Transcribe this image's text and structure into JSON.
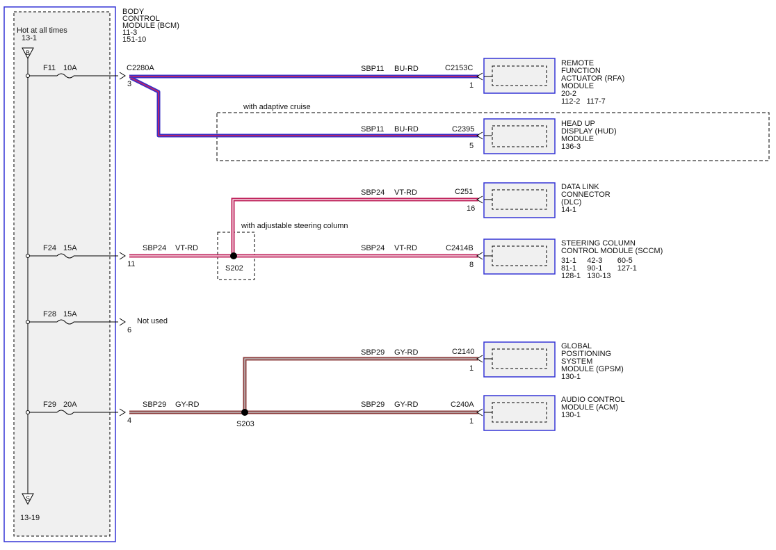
{
  "colors": {
    "module_border": "#3535d6",
    "module_fill": "#f0f0f0",
    "bu_rd_outer": "#3a2fc4",
    "bu_rd_inner": "#d4245a",
    "vt_rd_outer": "#c0265e",
    "vt_rd_inner": "#ffffff",
    "gy_rd_outer": "#8c3c3c",
    "gy_rd_inner": "#c0c0c0"
  },
  "bcm": {
    "name_lines": [
      "BODY",
      "CONTROL",
      "MODULE (BCM)",
      "11-3",
      "151-10"
    ]
  },
  "power": {
    "hot_label": "Hot at all times",
    "hot_ref": "13-1",
    "top_terminal": "B",
    "bottom_terminal": "S",
    "bottom_ref": "13-19"
  },
  "fuses": [
    {
      "id": "F11",
      "rating": "10A"
    },
    {
      "id": "F24",
      "rating": "15A"
    },
    {
      "id": "F28",
      "rating": "15A"
    },
    {
      "id": "F29",
      "rating": "20A"
    }
  ],
  "bcm_pins": {
    "c2280a": "C2280A",
    "p3": "3",
    "p11": "11",
    "p6": "6",
    "p4": "4",
    "not_used": "Not used"
  },
  "wires": {
    "w_rfa": {
      "circuit": "SBP11",
      "color": "BU-RD"
    },
    "w_hud": {
      "circuit": "SBP11",
      "color": "BU-RD"
    },
    "w_bcm_s202": {
      "circuit": "SBP24",
      "color": "VT-RD"
    },
    "w_dlc": {
      "circuit": "SBP24",
      "color": "VT-RD"
    },
    "w_sccm": {
      "circuit": "SBP24",
      "color": "VT-RD"
    },
    "w_bcm_s203": {
      "circuit": "SBP29",
      "color": "GY-RD"
    },
    "w_gpsm": {
      "circuit": "SBP29",
      "color": "GY-RD"
    },
    "w_acm": {
      "circuit": "SBP29",
      "color": "GY-RD"
    }
  },
  "splices": {
    "s202": "S202",
    "s203": "S203"
  },
  "options": {
    "adaptive_cruise": "with adaptive cruise",
    "adjustable_column": "with adjustable steering column"
  },
  "modules": [
    {
      "key": "rfa",
      "connector": "C2153C",
      "pin": "1",
      "lines": [
        "REMOTE",
        "FUNCTION",
        "ACTUATOR (RFA)",
        "MODULE",
        "20-2",
        "112-2   117-7"
      ]
    },
    {
      "key": "hud",
      "connector": "C2395",
      "pin": "5",
      "lines": [
        "HEAD UP",
        "DISPLAY (HUD)",
        "MODULE",
        "136-3"
      ]
    },
    {
      "key": "dlc",
      "connector": "C251",
      "pin": "16",
      "lines": [
        "DATA LINK",
        "CONNECTOR",
        "(DLC)",
        "14-1"
      ]
    },
    {
      "key": "sccm",
      "connector": "C2414B",
      "pin": "8",
      "lines": [
        "STEERING COLUMN",
        "CONTROL MODULE (SCCM)",
        "31-1     42-3       60-5",
        "81-1     90-1       127-1",
        "128-1   130-13"
      ]
    },
    {
      "key": "gpsm",
      "connector": "C2140",
      "pin": "1",
      "lines": [
        "GLOBAL",
        "POSITIONING",
        "SYSTEM",
        "MODULE (GPSM)",
        "130-1"
      ]
    },
    {
      "key": "acm",
      "connector": "C240A",
      "pin": "1",
      "lines": [
        "AUDIO CONTROL",
        "MODULE (ACM)",
        "130-1"
      ]
    }
  ]
}
